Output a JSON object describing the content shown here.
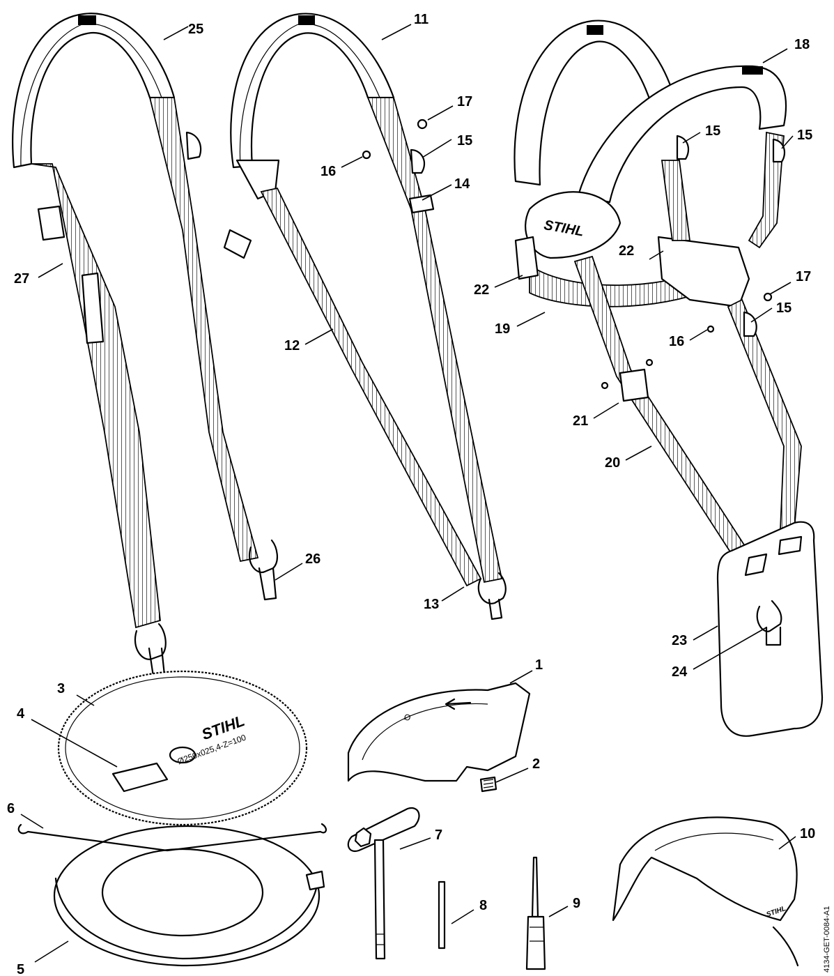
{
  "drawing_ref": "4134-GET-0084-A1",
  "brand": "STIHL",
  "blade_marking": "Ø250x025,4-Z=100",
  "guard_marking": "Ø",
  "callouts": [
    {
      "id": "c1",
      "label": "1"
    },
    {
      "id": "c2",
      "label": "2"
    },
    {
      "id": "c3",
      "label": "3"
    },
    {
      "id": "c4",
      "label": "4"
    },
    {
      "id": "c5",
      "label": "5"
    },
    {
      "id": "c6",
      "label": "6"
    },
    {
      "id": "c7",
      "label": "7"
    },
    {
      "id": "c8",
      "label": "8"
    },
    {
      "id": "c9",
      "label": "9"
    },
    {
      "id": "c10",
      "label": "10"
    },
    {
      "id": "c11",
      "label": "11"
    },
    {
      "id": "c12",
      "label": "12"
    },
    {
      "id": "c13",
      "label": "13"
    },
    {
      "id": "c14",
      "label": "14"
    },
    {
      "id": "c15a",
      "label": "15"
    },
    {
      "id": "c15b",
      "label": "15"
    },
    {
      "id": "c15c",
      "label": "15"
    },
    {
      "id": "c15d",
      "label": "15"
    },
    {
      "id": "c16a",
      "label": "16"
    },
    {
      "id": "c16b",
      "label": "16"
    },
    {
      "id": "c17a",
      "label": "17"
    },
    {
      "id": "c17b",
      "label": "17"
    },
    {
      "id": "c18",
      "label": "18"
    },
    {
      "id": "c19",
      "label": "19"
    },
    {
      "id": "c20",
      "label": "20"
    },
    {
      "id": "c21",
      "label": "21"
    },
    {
      "id": "c22a",
      "label": "22"
    },
    {
      "id": "c22b",
      "label": "22"
    },
    {
      "id": "c23",
      "label": "23"
    },
    {
      "id": "c24",
      "label": "24"
    },
    {
      "id": "c25",
      "label": "25"
    },
    {
      "id": "c26",
      "label": "26"
    },
    {
      "id": "c27",
      "label": "27"
    }
  ]
}
